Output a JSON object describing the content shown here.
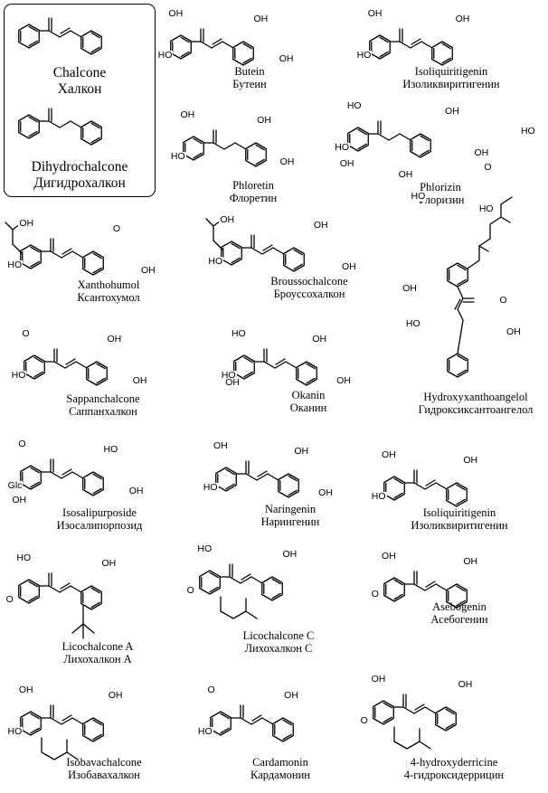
{
  "compounds": [
    {
      "id": "chalcone",
      "name": "Chalcone",
      "name_ru": "Халкон",
      "boxed": true,
      "groups": []
    },
    {
      "id": "dihydrochalcone",
      "name": "Dihydrochalcone",
      "name_ru": "Дигидрохалкон",
      "boxed": true,
      "groups": []
    },
    {
      "id": "butein",
      "name": "Butein",
      "name_ru": "Бутеин",
      "groups": [
        "OH",
        "HO",
        "OH",
        "OH"
      ]
    },
    {
      "id": "isoliquiritigenin1",
      "name": "Isoliquiritigenin",
      "name_ru": "Изоликвиритигенин",
      "groups": [
        "OH",
        "HO",
        "OH"
      ]
    },
    {
      "id": "phloretin",
      "name": "Phloretin",
      "name_ru": "Флоретин",
      "groups": [
        "OH",
        "HO",
        "OH",
        "OH"
      ]
    },
    {
      "id": "phlorizin",
      "name": "Phlorizin",
      "name_ru": "Флоризин",
      "groups": [
        "HO",
        "HO",
        "OH",
        "OH",
        "OH",
        "O",
        "HO",
        "OH"
      ]
    },
    {
      "id": "xanthohumol",
      "name": "Xanthohumol",
      "name_ru": "Ксантохумол",
      "groups": [
        "OH",
        "HO",
        "O",
        "OH"
      ]
    },
    {
      "id": "broussochalcone",
      "name": "Broussochalcone",
      "name_ru": "Броуссохалкон",
      "groups": [
        "OH",
        "HO",
        "OH",
        "OH"
      ]
    },
    {
      "id": "hydroxyxanthoangelol",
      "name": "Hydroxyxanthoangelol",
      "name_ru": "Гидроксиксантоангелол",
      "groups": [
        "HO",
        "OH",
        "HO",
        "O",
        "HO",
        "OH"
      ]
    },
    {
      "id": "sappanchalcone",
      "name": "Sappanchalcone",
      "name_ru": "Саппанхалкон",
      "groups": [
        "O",
        "HO",
        "OH",
        "OH"
      ]
    },
    {
      "id": "okanin",
      "name": "Okanin",
      "name_ru": "Оканин",
      "groups": [
        "HO",
        "HO",
        "OH",
        "OH",
        "OH"
      ]
    },
    {
      "id": "isosalipurposide",
      "name": "Isosalipurposide",
      "name_ru": "Изосалипорпозид",
      "groups": [
        "O",
        "Glc",
        "HO",
        "OH",
        "OH"
      ]
    },
    {
      "id": "naringenin",
      "name": "Naringenin",
      "name_ru": "Нарингенин",
      "groups": [
        "OH",
        "HO",
        "OH",
        "OH"
      ]
    },
    {
      "id": "isoliquiritigenin2",
      "name": "Isoliquiritigenin",
      "name_ru": "Изоликвиритигенин",
      "groups": [
        "OH",
        "HO",
        "OH"
      ]
    },
    {
      "id": "licochalconeA",
      "name": "Licochalcone A",
      "name_ru": "Лихохалкон А",
      "groups": [
        "HO",
        "O",
        "OH"
      ]
    },
    {
      "id": "licochalconeC",
      "name": "Licochalcone C",
      "name_ru": "Лихохалкон С",
      "groups": [
        "HO",
        "O",
        "OH"
      ]
    },
    {
      "id": "asebogenin",
      "name": "Asebogenin",
      "name_ru": "Асебогенин",
      "groups": [
        "OH",
        "O",
        "OH"
      ]
    },
    {
      "id": "isobavachalcone",
      "name": "Isobavachalcone",
      "name_ru": "Изобавахалкон",
      "groups": [
        "OH",
        "HO",
        "OH"
      ]
    },
    {
      "id": "cardamonin",
      "name": "Cardamonin",
      "name_ru": "Кардамонин",
      "groups": [
        "O",
        "HO",
        "OH"
      ]
    },
    {
      "id": "hydroxyderricine",
      "name": "4-hydroxyderricine",
      "name_ru": "4-гидроксидеррицин",
      "groups": [
        "OH",
        "O",
        "OH"
      ]
    }
  ]
}
